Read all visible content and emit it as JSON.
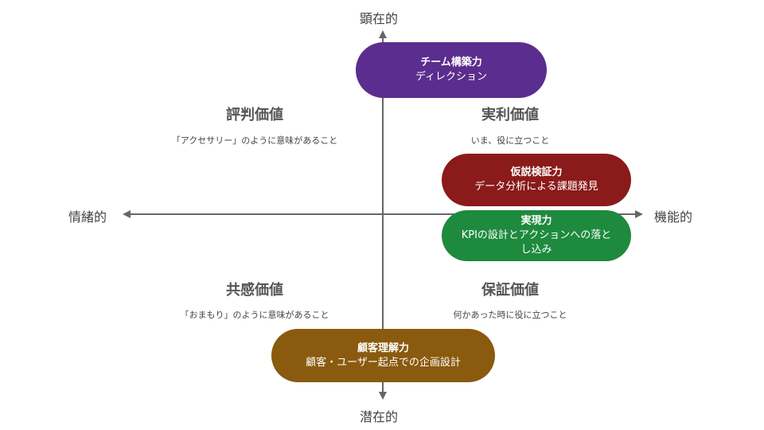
{
  "axes": {
    "top": "顕在的",
    "bottom": "潜在的",
    "left": "情緒的",
    "right": "機能的"
  },
  "quadrants": {
    "top_left": {
      "title": "評判価値",
      "desc": "「アクセサリー」のように意味があること"
    },
    "top_right": {
      "title": "実利価値",
      "desc": "いま、役に立つこと"
    },
    "bottom_left": {
      "title": "共感価値",
      "desc": "「おまもり」のように意味があること"
    },
    "bottom_right": {
      "title": "保証価値",
      "desc": "何かあった時に役に立つこと"
    }
  },
  "pills": {
    "team": {
      "title": "チーム構築力",
      "sub": "ディレクション",
      "color": "#5b2d8e"
    },
    "hypothesis": {
      "title": "仮説検証力",
      "sub": "データ分析による課題発見",
      "color": "#8b1a1a"
    },
    "execution": {
      "title": "実現力",
      "sub": "KPIの設計とアクションへの落とし込み",
      "color": "#1e8a3e"
    },
    "customer": {
      "title": "顧客理解力",
      "sub": "顧客・ユーザー起点での企画設計",
      "color": "#8a5a0e"
    }
  },
  "colors": {
    "axis": "#666666"
  }
}
